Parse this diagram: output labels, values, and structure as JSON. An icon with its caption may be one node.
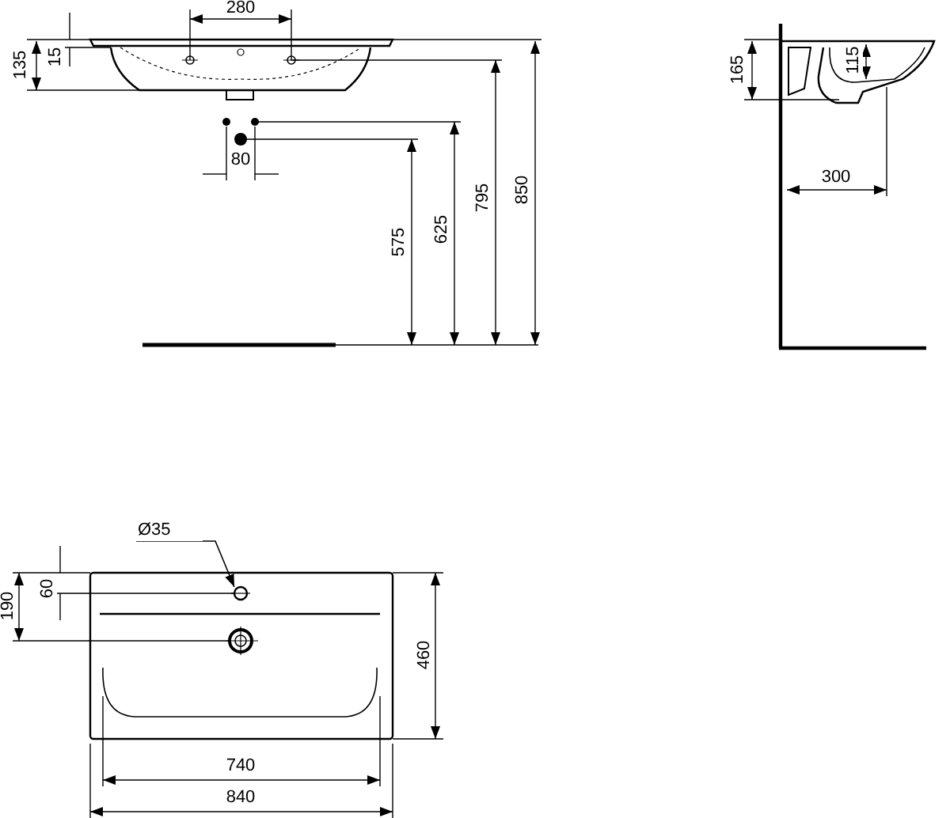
{
  "diagram": {
    "nodes": [
      {
        "text": [
          "Ø35"
        ]
      },
      {
        "text": [],
        "shape": "circle"
      }
    ],
    "edges": [
      {
        "from": 0,
        "to": 1,
        "arrow": "to"
      }
    ],
    "labels": [
      "280",
      "135",
      "15",
      "80",
      "575",
      "625",
      "795",
      "850",
      "165",
      "115",
      "300",
      "60",
      "190",
      "460",
      "740",
      "840"
    ]
  }
}
